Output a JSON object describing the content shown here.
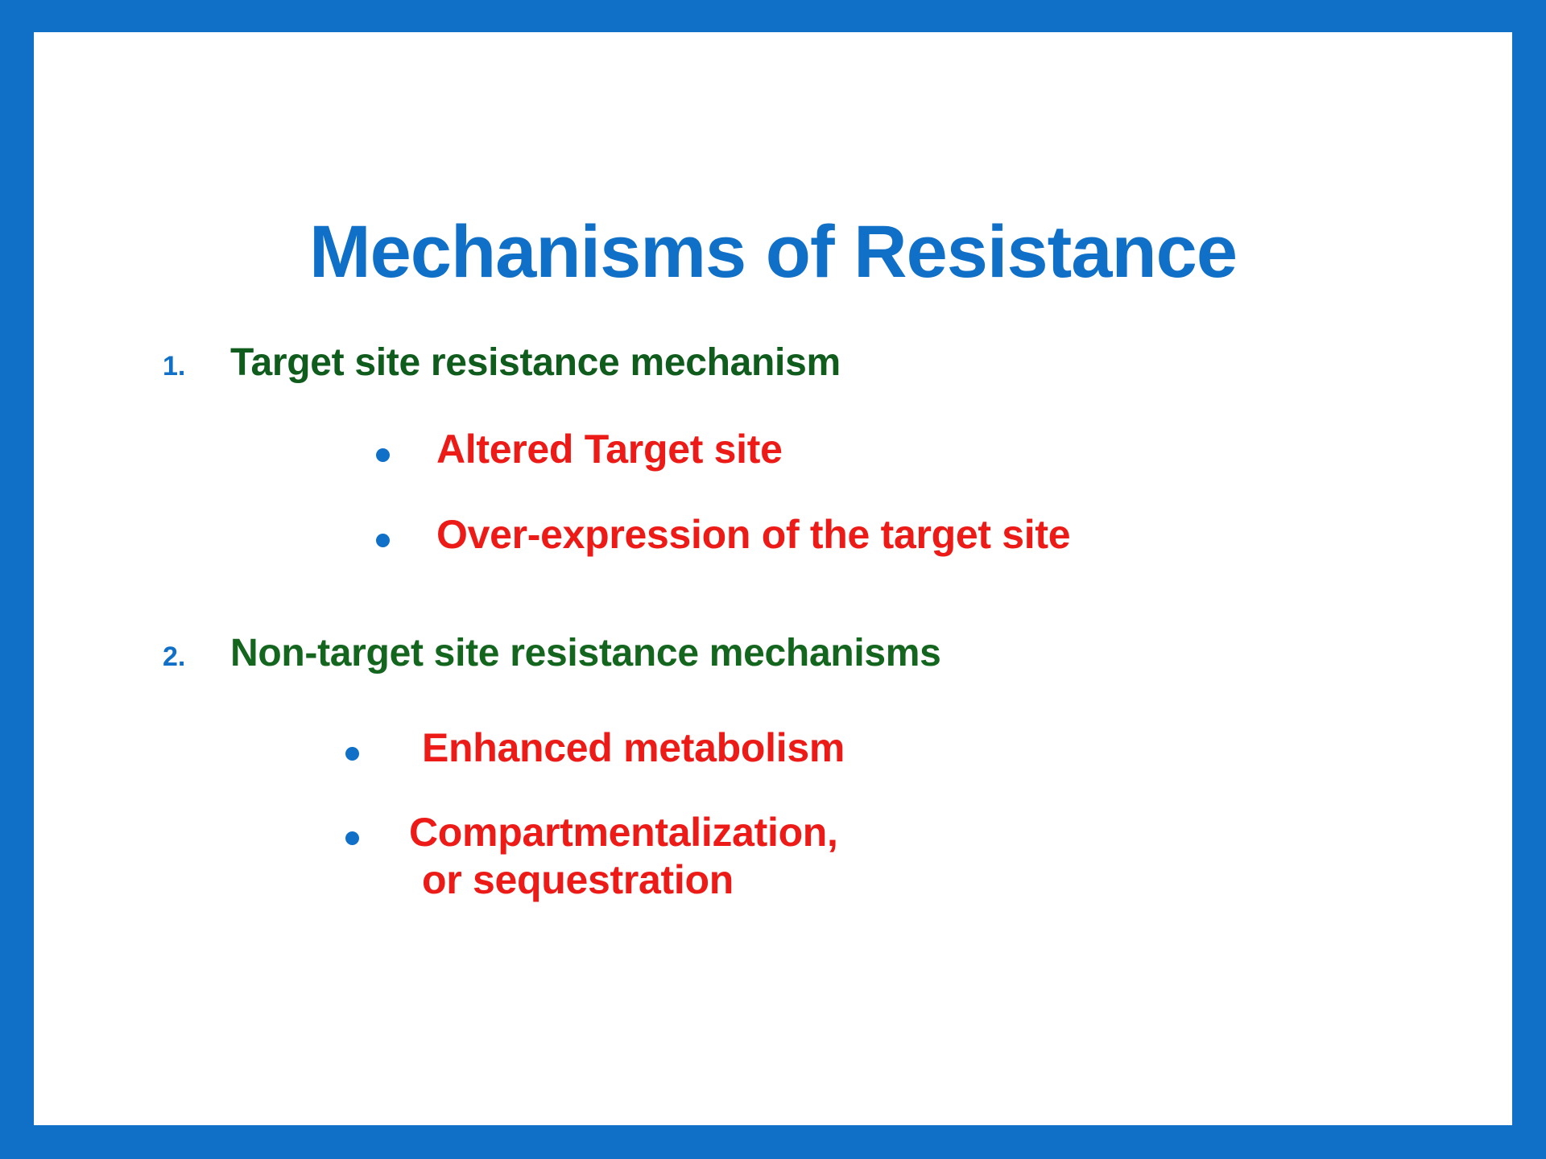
{
  "slide": {
    "title": "Mechanisms of Resistance",
    "border_color": "#1070c8",
    "background_color": "#ffffff",
    "title_color": "#1070c8",
    "heading_color": "#14661f",
    "subitem_color": "#ec1b17",
    "number_color": "#1070c8",
    "bullet_color": "#1070c8",
    "sections": [
      {
        "number": "1.",
        "heading": "Target site resistance mechanism",
        "subitems": [
          {
            "line1": "Altered Target site",
            "line2": ""
          },
          {
            "line1": "Over-expression of the target site",
            "line2": ""
          }
        ]
      },
      {
        "number": "2.",
        "heading": "Non-target site resistance mechanisms",
        "subitems": [
          {
            "line1": "Enhanced metabolism",
            "line2": ""
          },
          {
            "line1": "Compartmentalization,",
            "line2": "or sequestration"
          }
        ]
      }
    ]
  }
}
